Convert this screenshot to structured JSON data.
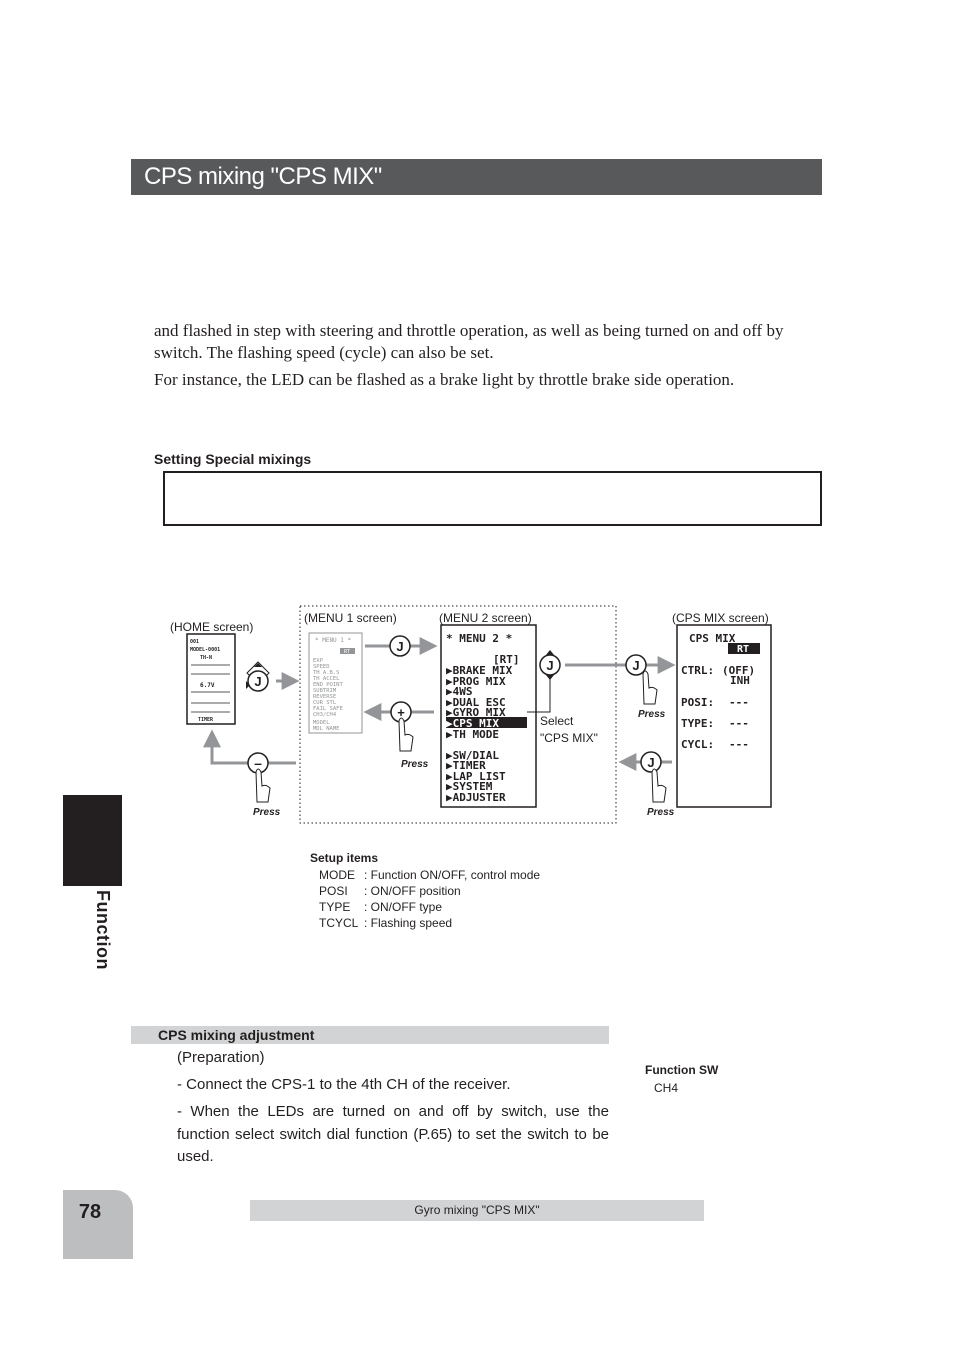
{
  "header": {
    "title": "CPS mixing \"CPS MIX\""
  },
  "intro": {
    "paragraph1": "and flashed in step with steering and throttle operation, as well as being turned on and off by switch. The flashing speed (cycle) can also be set.",
    "paragraph2": "For instance, the LED can be flashed as a brake light by throttle brake side operation."
  },
  "setting": {
    "heading": "Setting Special mixings"
  },
  "diagram": {
    "home_label": "(HOME screen)",
    "menu1_label": "(MENU 1 screen)",
    "menu2_label": "(MENU 2 screen)",
    "cps_label": "(CPS MIX screen)",
    "select_line1": "Select",
    "select_line2": "\"CPS MIX\"",
    "press": "Press",
    "key_j": "J",
    "key_plus": "+",
    "key_minus": "–",
    "menu2": {
      "title": "* MENU 2 *",
      "tag": "[RT]",
      "items": [
        "BRAKE MIX",
        "PROG MIX",
        "4WS",
        "DUAL ESC",
        "GYRO MIX",
        "CPS MIX",
        "TH MODE",
        "SW/DIAL",
        "TIMER",
        "LAP LIST",
        "SYSTEM",
        "ADJUSTER"
      ],
      "selected": "CPS MIX"
    },
    "cps_screen": {
      "title": "CPS MIX",
      "tag": "RT",
      "ctrl_label": "CTRL:",
      "ctrl_value1": "(OFF)",
      "ctrl_value2": "INH",
      "posi_label": "POSI:",
      "posi_value": "---",
      "type_label": "TYPE:",
      "type_value": "---",
      "cycl_label": "CYCL:",
      "cycl_value": "---"
    },
    "menu1": {
      "title": "* MENU 1 *",
      "tag": "RT",
      "items": [
        "EXP",
        "SPEED",
        "TH A.B.S",
        "TH ACCEL",
        "END POINT",
        "SUBTRIM",
        "REVERSE",
        "CUR STL",
        "FAIL SAFE",
        "CH3/CH4",
        "MODEL",
        "MDL NAME"
      ]
    },
    "home": {
      "lines": [
        "001",
        "MODEL-0001",
        "TH-N",
        "TIMER",
        "6.7V"
      ]
    }
  },
  "setup": {
    "heading": "Setup items",
    "items": [
      {
        "key": "MODE",
        "desc": ": Function ON/OFF, control mode"
      },
      {
        "key": "POSI",
        "desc": ": ON/OFF position"
      },
      {
        "key": "TYPE",
        "desc": ": ON/OFF type"
      },
      {
        "key": "TCYCL",
        "desc": ": Flashing speed"
      }
    ]
  },
  "side_tab": {
    "label": "Function"
  },
  "adjustment": {
    "heading": "CPS mixing adjustment",
    "preparation": "(Preparation)",
    "step1": "- Connect the CPS-1 to the 4th CH of the receiver.",
    "step2": "- When the LEDs are turned on and off by switch, use the function select switch dial function (P.65) to set the switch to be used."
  },
  "function_sw": {
    "label": "Function SW",
    "value": "CH4"
  },
  "footer": {
    "page": "78",
    "text": "Gyro mixing \"CPS MIX\""
  },
  "colors": {
    "title_bar": "#58595b",
    "side_tab": "#231f20",
    "grey_bar": "#d1d3d4",
    "page_tab": "#bcbec0"
  }
}
